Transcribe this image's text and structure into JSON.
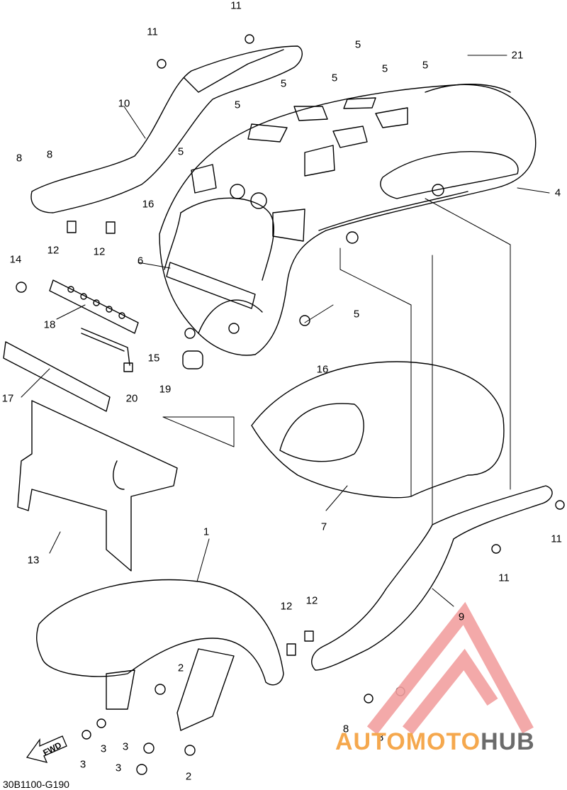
{
  "diagram": {
    "code": "30B1100-G190",
    "fwd_label": "FWD",
    "labels": [
      {
        "id": "11-top",
        "text": "11"
      },
      {
        "id": "11-left",
        "text": "11"
      },
      {
        "id": "5-a",
        "text": "5"
      },
      {
        "id": "5-b",
        "text": "5"
      },
      {
        "id": "5-c",
        "text": "5"
      },
      {
        "id": "5-d",
        "text": "5"
      },
      {
        "id": "5-e",
        "text": "5"
      },
      {
        "id": "5-f",
        "text": "5"
      },
      {
        "id": "5-g",
        "text": "5"
      },
      {
        "id": "5-h",
        "text": "5"
      },
      {
        "id": "21",
        "text": "21"
      },
      {
        "id": "4",
        "text": "4"
      },
      {
        "id": "10",
        "text": "10"
      },
      {
        "id": "8-a",
        "text": "8"
      },
      {
        "id": "8-b",
        "text": "8"
      },
      {
        "id": "16-a",
        "text": "16"
      },
      {
        "id": "12-a",
        "text": "12"
      },
      {
        "id": "12-b",
        "text": "12"
      },
      {
        "id": "14",
        "text": "14"
      },
      {
        "id": "6",
        "text": "6"
      },
      {
        "id": "18",
        "text": "18"
      },
      {
        "id": "15",
        "text": "15"
      },
      {
        "id": "16-b",
        "text": "16"
      },
      {
        "id": "19",
        "text": "19"
      },
      {
        "id": "20",
        "text": "20"
      },
      {
        "id": "17",
        "text": "17"
      },
      {
        "id": "7",
        "text": "7"
      },
      {
        "id": "11-right-a",
        "text": "11"
      },
      {
        "id": "11-right-b",
        "text": "11"
      },
      {
        "id": "13",
        "text": "13"
      },
      {
        "id": "1",
        "text": "1"
      },
      {
        "id": "9",
        "text": "9"
      },
      {
        "id": "12-c",
        "text": "12"
      },
      {
        "id": "12-d",
        "text": "12"
      },
      {
        "id": "2-a",
        "text": "2"
      },
      {
        "id": "2-b",
        "text": "2"
      },
      {
        "id": "3-a",
        "text": "3"
      },
      {
        "id": "3-b",
        "text": "3"
      },
      {
        "id": "3-c",
        "text": "3"
      },
      {
        "id": "3-d",
        "text": "3"
      },
      {
        "id": "8-c",
        "text": "8"
      },
      {
        "id": "8-d",
        "text": "8"
      }
    ]
  },
  "watermark": {
    "text_a": "AUTOMOTO",
    "text_b": "HUB",
    "color_a": "#f5a84e",
    "color_b": "#6b6b6b",
    "logo_color": "#f2a0a0"
  }
}
